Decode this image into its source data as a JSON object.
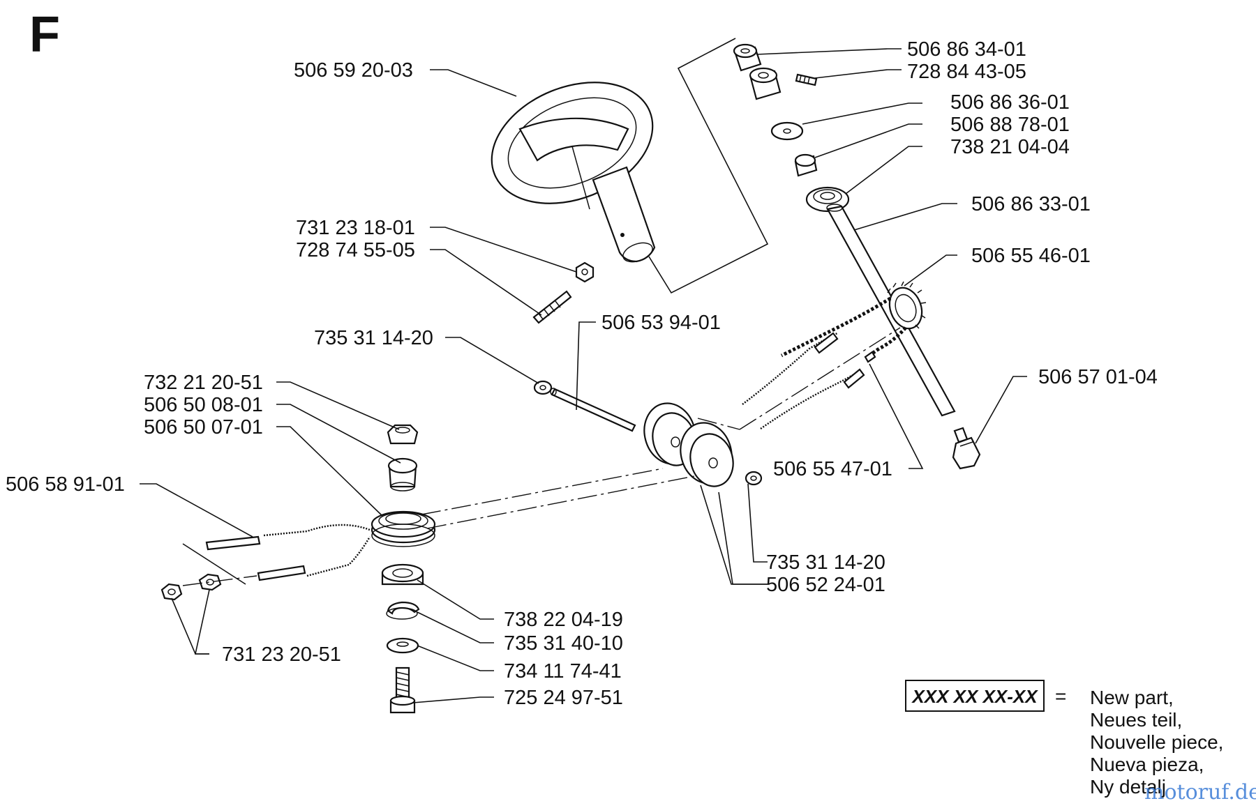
{
  "section_letter": "F",
  "part_numbers": {
    "p1": "506 59 20-03",
    "p2": "731 23 18-01",
    "p3": "728 74 55-05",
    "p4": "506 86 34-01",
    "p5": "728 84 43-05",
    "p6": "506 86 36-01",
    "p7": "506 88 78-01",
    "p8": "738 21 04-04",
    "p9": "506 86 33-01",
    "p10": "506 55 46-01",
    "p11": "506 53 94-01",
    "p12": "735 31 14-20",
    "p13": "732 21 20-51",
    "p14": "506 50 08-01",
    "p15": "506 50 07-01",
    "p16": "506 58 91-01",
    "p17": "506 57 01-04",
    "p18": "506 55 47-01",
    "p19": "735 31 14-20",
    "p20": "506 52 24-01",
    "p21": "738 22 04-19",
    "p22": "735 31 40-10",
    "p23": "734 11 74-41",
    "p24": "725 24 97-51",
    "p25": "731 23 20-51"
  },
  "legend": {
    "code": "XXX XX XX-XX",
    "equals": "=",
    "lines": [
      "New part,",
      "Neues teil,",
      "Nouvelle piece,",
      "Nueva pieza,",
      "Ny detalj"
    ]
  },
  "watermark": "motoruf.de"
}
